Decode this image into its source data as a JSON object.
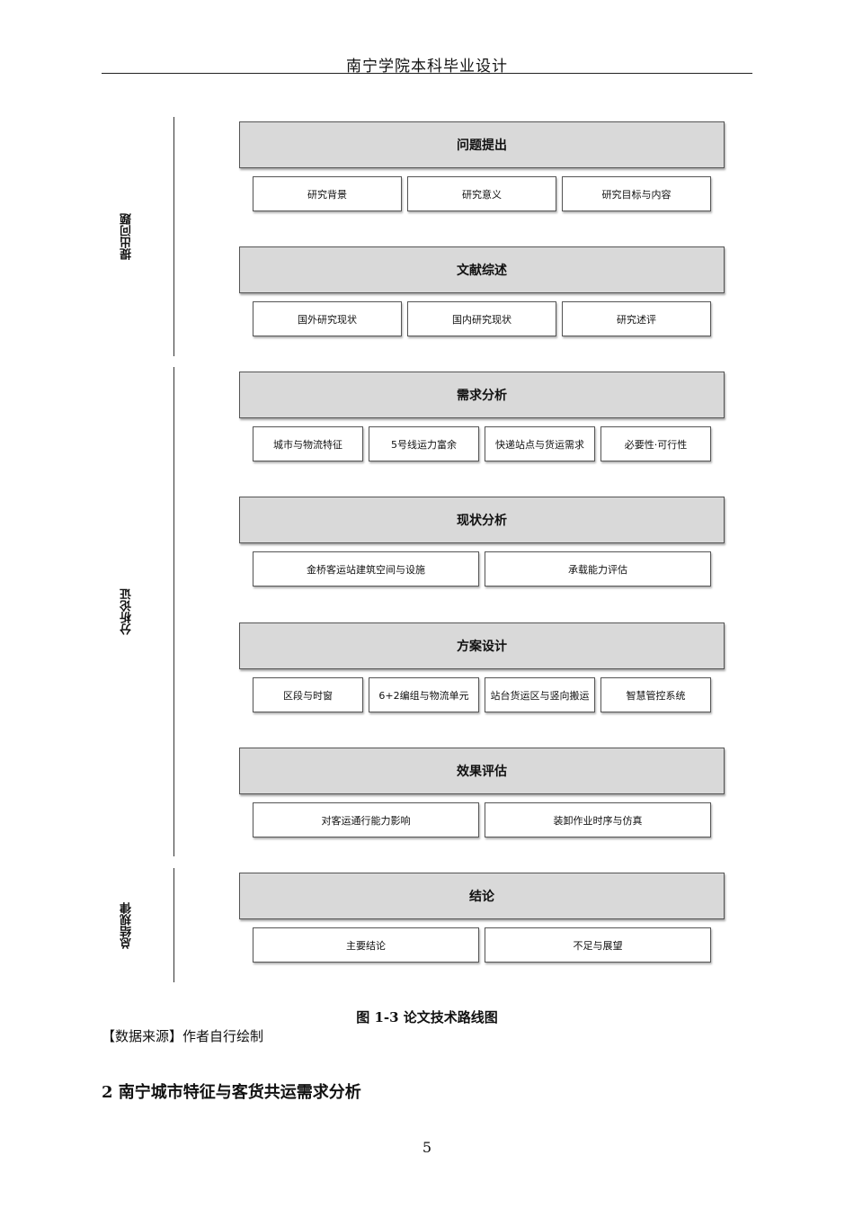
{
  "header": {
    "title": "南宁学院本科毕业设计"
  },
  "diagram": {
    "phases": [
      "提出问题",
      "分析论证",
      "总结规律"
    ],
    "stages": [
      {
        "title": "问题提出",
        "items": [
          "研究背景",
          "研究意义",
          "研究目标与内容"
        ]
      },
      {
        "title": "文献综述",
        "items": [
          "国外研究现状",
          "国内研究现状",
          "研究述评"
        ]
      },
      {
        "title": "需求分析",
        "items": [
          "城市与物流特征",
          "5号线运力富余",
          "快递站点与货运需求",
          "必要性·可行性"
        ]
      },
      {
        "title": "现状分析",
        "items": [
          "金桥客运站建筑空间与设施",
          "承载能力评估"
        ]
      },
      {
        "title": "方案设计",
        "items": [
          "区段与时窗",
          "6+2编组与物流单元",
          "站台货运区与竖向搬运",
          "智慧管控系统"
        ]
      },
      {
        "title": "效果评估",
        "items": [
          "对客运通行能力影响",
          "装卸作业时序与仿真"
        ]
      },
      {
        "title": "结论",
        "items": [
          "主要结论",
          "不足与展望"
        ]
      }
    ]
  },
  "caption": "图 1-3  论文技术路线图",
  "source_note": "【数据来源】作者自行绘制",
  "section_heading": "2 南宁城市特征与客货共运需求分析",
  "page_number": "5"
}
